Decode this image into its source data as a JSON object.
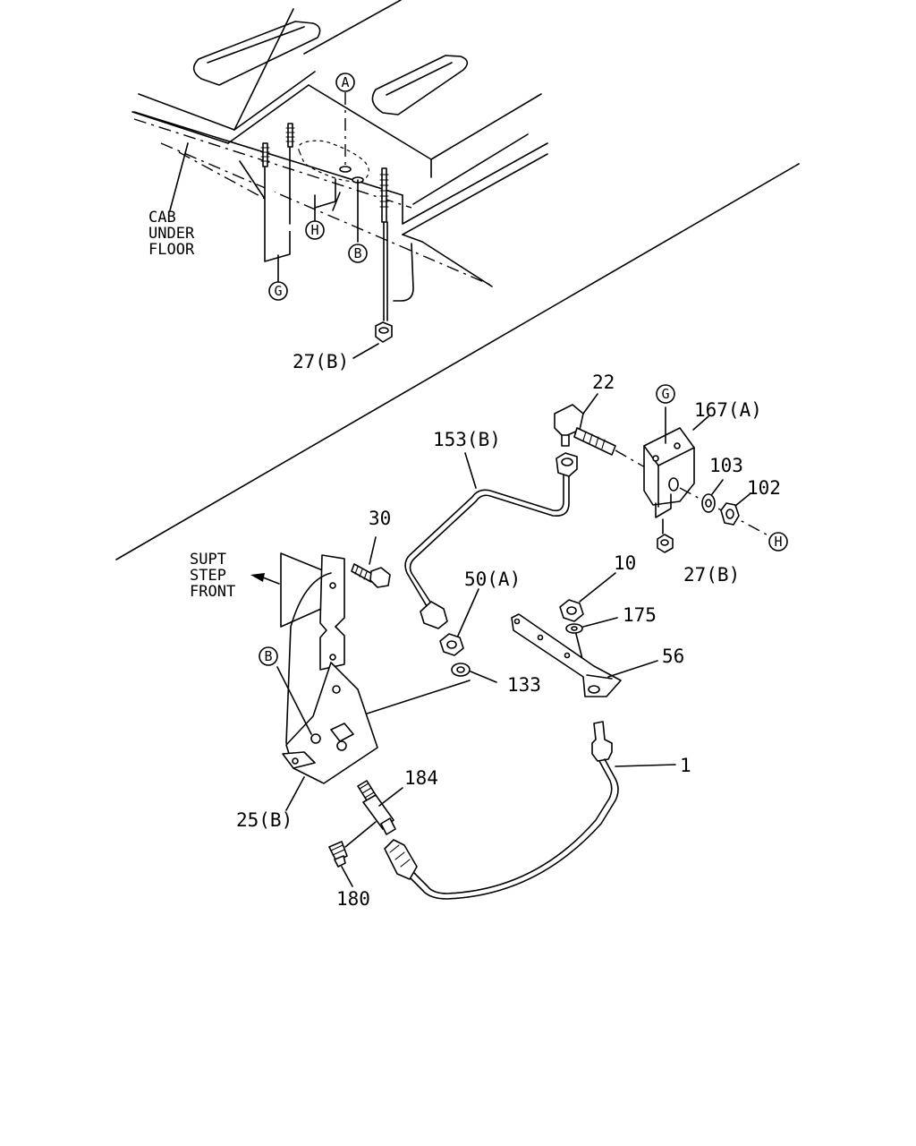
{
  "notes": {
    "cab_under_floor": [
      "CAB",
      "UNDER",
      "FLOOR"
    ],
    "supt_step_front": [
      "SUPT",
      "STEP",
      "FRONT"
    ]
  },
  "callouts": {
    "A": "A",
    "B_upper": "B",
    "H_upper": "H",
    "G_upper": "G",
    "G_right": "G",
    "H_right": "H",
    "B_lower": "B"
  },
  "part_labels": {
    "p27b_top": "27(B)",
    "p22": "22",
    "p167a": "167(A)",
    "p153b": "153(B)",
    "p103": "103",
    "p102": "102",
    "p27b_right": "27(B)",
    "p30": "30",
    "p10": "10",
    "p50a": "50(A)",
    "p175": "175",
    "p56": "56",
    "p133": "133",
    "p1": "1",
    "p184": "184",
    "p25b": "25(B)",
    "p180": "180"
  }
}
